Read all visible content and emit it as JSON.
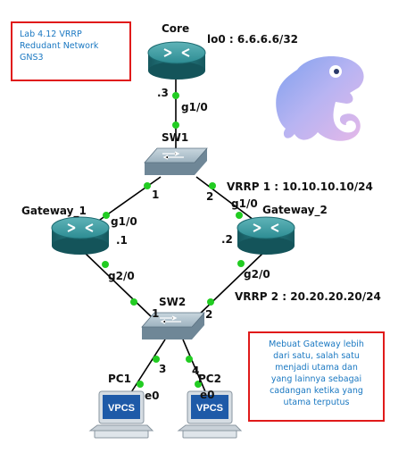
{
  "notes": {
    "lab_lines": [
      "Lab 4.12 VRRP",
      "Redudant Network",
      "GNS3"
    ],
    "desc_lines": [
      "Mebuat Gateway lebih",
      "dari satu, salah satu",
      "menjadi utama dan",
      "yang lainnya sebagai",
      "cadangan ketika yang",
      "utama terputus"
    ]
  },
  "devices": {
    "core": {
      "name": "Core",
      "loopback": "lo0 : 6.6.6.6/32",
      "ip": ".3",
      "port": "g1/0"
    },
    "sw1": {
      "name": "SW1",
      "port1": "1",
      "port2": "2"
    },
    "gateway1": {
      "name": "Gateway_1",
      "port_up": "g1/0",
      "ip": ".1",
      "port_down": "g2/0"
    },
    "gateway2": {
      "name": "Gateway_2",
      "port_up": "g1/0",
      "ip": ".2",
      "port_down": "g2/0"
    },
    "sw2": {
      "name": "SW2",
      "port1": "1",
      "port2": "2",
      "port3": "3",
      "port4": "4"
    },
    "pc1": {
      "name": "PC1",
      "port": "e0",
      "screen": "VPCS"
    },
    "pc2": {
      "name": "PC2",
      "port": "e0",
      "screen": "VPCS"
    }
  },
  "vrrp": {
    "vrrp1": "VRRP 1 : 10.10.10.10/24",
    "vrrp2": "VRRP 2 : 20.20.20.20/24"
  },
  "colors": {
    "link": "#000000",
    "port_dot": "#22cc22",
    "router_top": "#3f9aa0",
    "router_body": "#1f6f76",
    "switch": "#8fa6b4",
    "note_border": "#e01a1a",
    "note_text": "#1a78c2",
    "logo": "#a8b8f0"
  }
}
